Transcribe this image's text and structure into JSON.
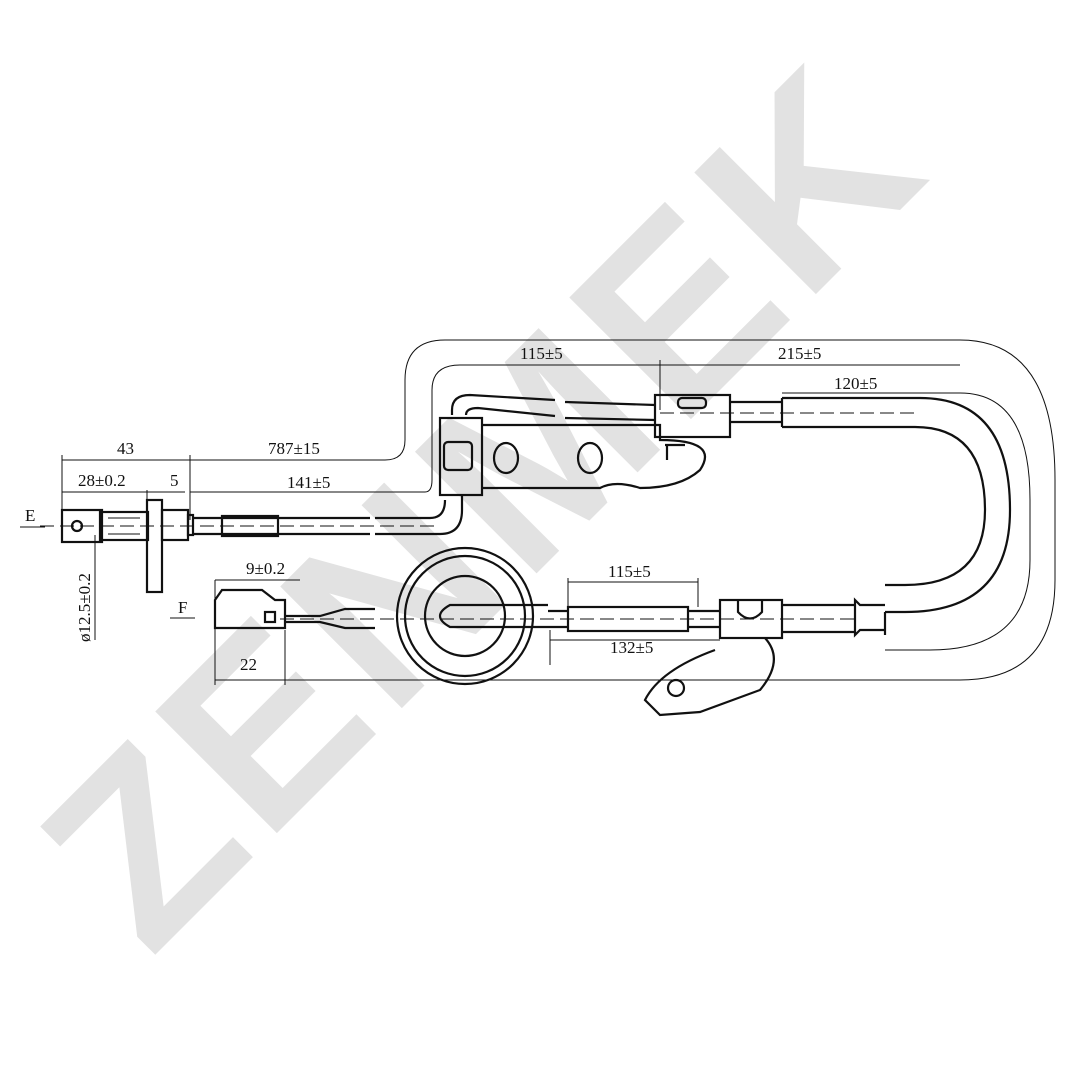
{
  "watermark": "ZENMEK",
  "views": {
    "left_view": "E",
    "bottom_view": "F"
  },
  "dimensions": {
    "overall_length": "787±15",
    "sensor_length": "43",
    "sensor_body": "28±0.2",
    "flange": "5",
    "diameter": "ø12.5±0.2",
    "first_sleeve": "141±5",
    "top_segment": "115±5",
    "top_to_clip": "215±5",
    "loop_sleeve": "120±5",
    "connector_latch": "9±0.2",
    "connector_length": "22",
    "lower_sleeve": "115±5",
    "lower_bracket": "132±5"
  }
}
